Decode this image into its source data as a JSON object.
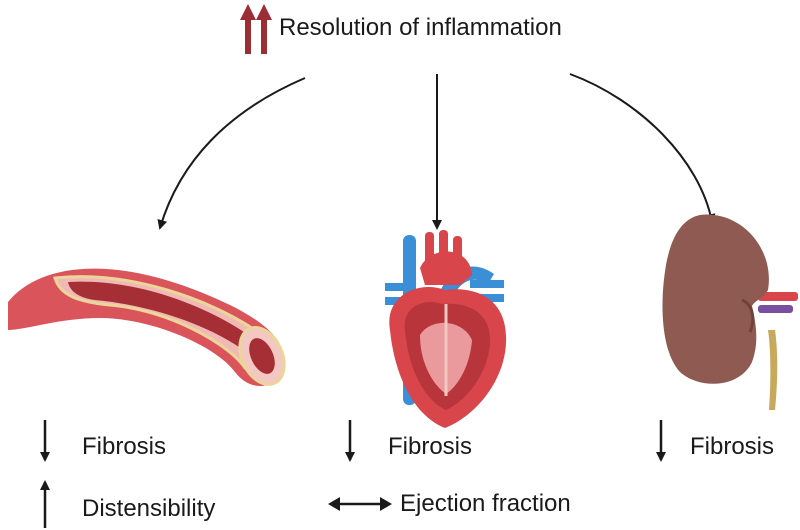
{
  "header": {
    "title": "Resolution of inflammation",
    "indicator": "double-up-arrow-icon",
    "indicator_color": "#9b2d35"
  },
  "organs": [
    {
      "name": "blood-vessel",
      "effects": [
        {
          "direction": "down",
          "text": "Fibrosis"
        },
        {
          "direction": "up",
          "text": "Distensibility"
        }
      ]
    },
    {
      "name": "heart",
      "effects": [
        {
          "direction": "down",
          "text": "Fibrosis"
        },
        {
          "direction": "unchanged",
          "text": "Ejection fraction"
        }
      ]
    },
    {
      "name": "kidney",
      "effects": [
        {
          "direction": "down",
          "text": "Fibrosis"
        }
      ]
    }
  ],
  "colors": {
    "vessel_outer": "#d9555b",
    "vessel_inner": "#a52f35",
    "heart_red": "#d8454b",
    "heart_blue": "#3a8fd6",
    "kidney": "#8e5a52",
    "ureter": "#c8a85a",
    "arrow": "#1a1a1a"
  }
}
